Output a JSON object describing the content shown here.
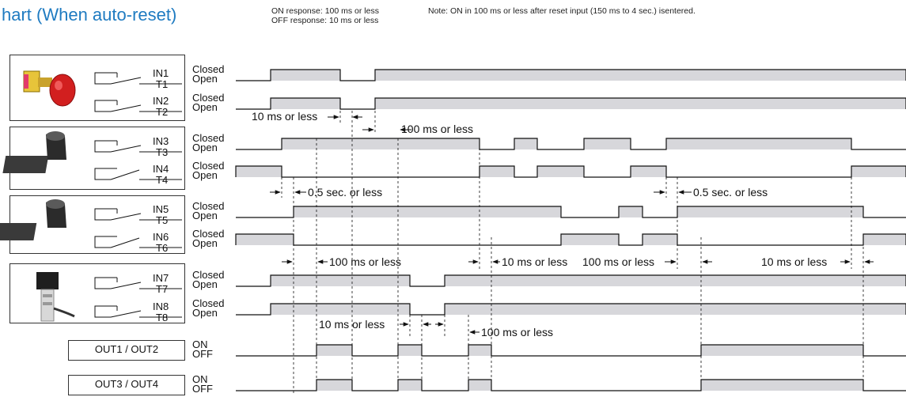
{
  "title": "hart (When auto-reset)",
  "spec": {
    "on_response": "ON response: 100 ms or less",
    "off_response": "OFF response: 10 ms or less",
    "note": "Note: ON in 100 ms or less after reset input (150 ms to 4 sec.) isentered."
  },
  "state_labels": {
    "closed": "Closed",
    "open": "Open",
    "on": "ON",
    "off": "OFF"
  },
  "devices": [
    {
      "name": "emergency-stop-switch",
      "inputs": [
        {
          "in": "IN1",
          "t": "T1",
          "contact": "nc"
        },
        {
          "in": "IN2",
          "t": "T2",
          "contact": "nc"
        }
      ]
    },
    {
      "name": "door-switch-1",
      "inputs": [
        {
          "in": "IN3",
          "t": "T3",
          "contact": "nc"
        },
        {
          "in": "IN4",
          "t": "T4",
          "contact": "no"
        }
      ]
    },
    {
      "name": "door-switch-2",
      "inputs": [
        {
          "in": "IN5",
          "t": "T5",
          "contact": "nc"
        },
        {
          "in": "IN6",
          "t": "T6",
          "contact": "no"
        }
      ]
    },
    {
      "name": "interlock-switch",
      "inputs": [
        {
          "in": "IN7",
          "t": "T7",
          "contact": "nc"
        },
        {
          "in": "IN8",
          "t": "T8",
          "contact": "nc"
        }
      ]
    }
  ],
  "outputs": [
    {
      "label": "OUT1 / OUT2"
    },
    {
      "label": "OUT3 / OUT4"
    }
  ],
  "annotations": {
    "a1": "10 ms or less",
    "a2": "100 ms or less",
    "a3": "0.5 sec. or less",
    "a4": "0.5 sec. or less",
    "a5": "100 ms or less",
    "a6": "10 ms or less",
    "a7": "100 ms or less",
    "a8": "10 ms or less",
    "a9": "10 ms or less",
    "a10": "100 ms or less"
  }
}
